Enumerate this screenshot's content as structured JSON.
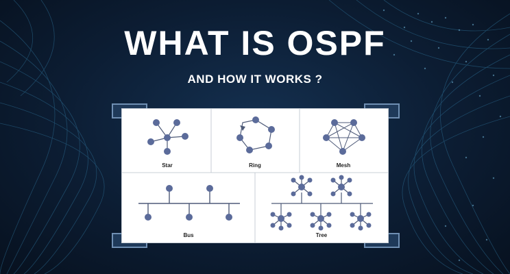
{
  "header": {
    "title": "WHAT IS OSPF",
    "subtitle": "AND HOW IT WORKS ?"
  },
  "topologies": {
    "star": "Star",
    "ring": "Ring",
    "mesh": "Mesh",
    "bus": "Bus",
    "tree": "Tree"
  },
  "colors": {
    "background": "#0c1d33",
    "node": "#5b6b9a",
    "edge": "#4e5a78",
    "panel": "#ffffff"
  }
}
